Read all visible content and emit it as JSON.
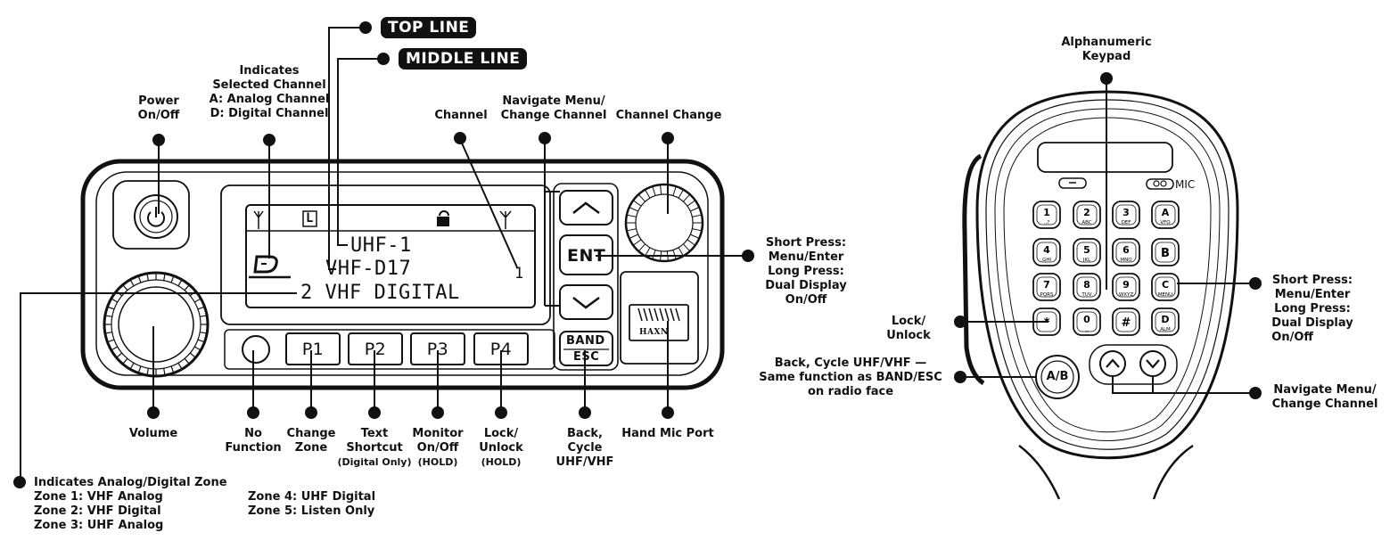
{
  "badges": {
    "top_line": "TOP LINE",
    "middle_line": "MIDDLE LINE"
  },
  "display": {
    "top_line": "UHF-1",
    "middle_line": "VHF-D17",
    "bottom_line": "2 VHF DIGITAL",
    "channel_number": "1",
    "lock_indicator": "L"
  },
  "radio_buttons": {
    "p1": "P1",
    "p2": "P2",
    "p3": "P3",
    "p4": "P4",
    "ent": "ENT",
    "band": "BAND",
    "esc": "ESC",
    "port_brand": "HAXN"
  },
  "radio_labels": {
    "power": [
      "Power",
      "On/Off"
    ],
    "selected_channel": [
      "Indicates",
      "Selected Channel",
      "A: Analog Channel",
      "D: Digital Channel"
    ],
    "channel": "Channel",
    "navigate_menu": [
      "Navigate Menu/",
      "Change Channel"
    ],
    "channel_change": "Channel Change",
    "ent_function": [
      "Short Press:",
      "Menu/Enter",
      "Long Press:",
      "Dual Display",
      "On/Off"
    ],
    "volume": "Volume",
    "no_function": [
      "No",
      "Function"
    ],
    "change_zone": [
      "Change",
      "Zone"
    ],
    "text_shortcut": [
      "Text",
      "Shortcut",
      "(Digital Only)"
    ],
    "monitor": [
      "Monitor",
      "On/Off",
      "(HOLD)"
    ],
    "lock_unlock": [
      "Lock/",
      "Unlock",
      "(HOLD)"
    ],
    "back_cycle": [
      "Back,",
      "Cycle",
      "UHF/VHF"
    ],
    "hand_mic_port": "Hand Mic Port"
  },
  "zones": {
    "title": "Indicates Analog/Digital Zone",
    "col1": [
      "Zone 1: VHF Analog",
      "Zone 2: VHF Digital",
      "Zone 3: UHF Analog"
    ],
    "col2": [
      "Zone 4: UHF Digital",
      "Zone 5: Listen Only"
    ]
  },
  "mic_labels": {
    "keypad": [
      "Alphanumeric",
      "Keypad"
    ],
    "c_key_function": [
      "Short Press:",
      "Menu/Enter",
      "Long Press:",
      "Dual Display",
      "On/Off"
    ],
    "lock_unlock": [
      "Lock/",
      "Unlock"
    ],
    "ab_function": [
      "Back, Cycle UHF/VHF —",
      "Same function as BAND/ESC",
      "on radio face"
    ],
    "navigate_menu": [
      "Navigate Menu/",
      "Change Channel"
    ],
    "mic_text": "MIC",
    "ab_button": "A/B"
  },
  "mic_keys": [
    {
      "main": "1",
      "sub": ".,?"
    },
    {
      "main": "2",
      "sub": "ABC"
    },
    {
      "main": "3",
      "sub": "DEF"
    },
    {
      "main": "A",
      "sub": "VFO"
    },
    {
      "main": "4",
      "sub": "GHI"
    },
    {
      "main": "5",
      "sub": "JKL"
    },
    {
      "main": "6",
      "sub": "MNO"
    },
    {
      "main": "B",
      "sub": ""
    },
    {
      "main": "7",
      "sub": "PQRS"
    },
    {
      "main": "8",
      "sub": "TUV"
    },
    {
      "main": "9",
      "sub": "WXYZ"
    },
    {
      "main": "C",
      "sub": "MENU"
    },
    {
      "main": "*",
      "sub": ""
    },
    {
      "main": "0",
      "sub": "␣"
    },
    {
      "main": "#",
      "sub": ""
    },
    {
      "main": "D",
      "sub": "ALM"
    }
  ]
}
